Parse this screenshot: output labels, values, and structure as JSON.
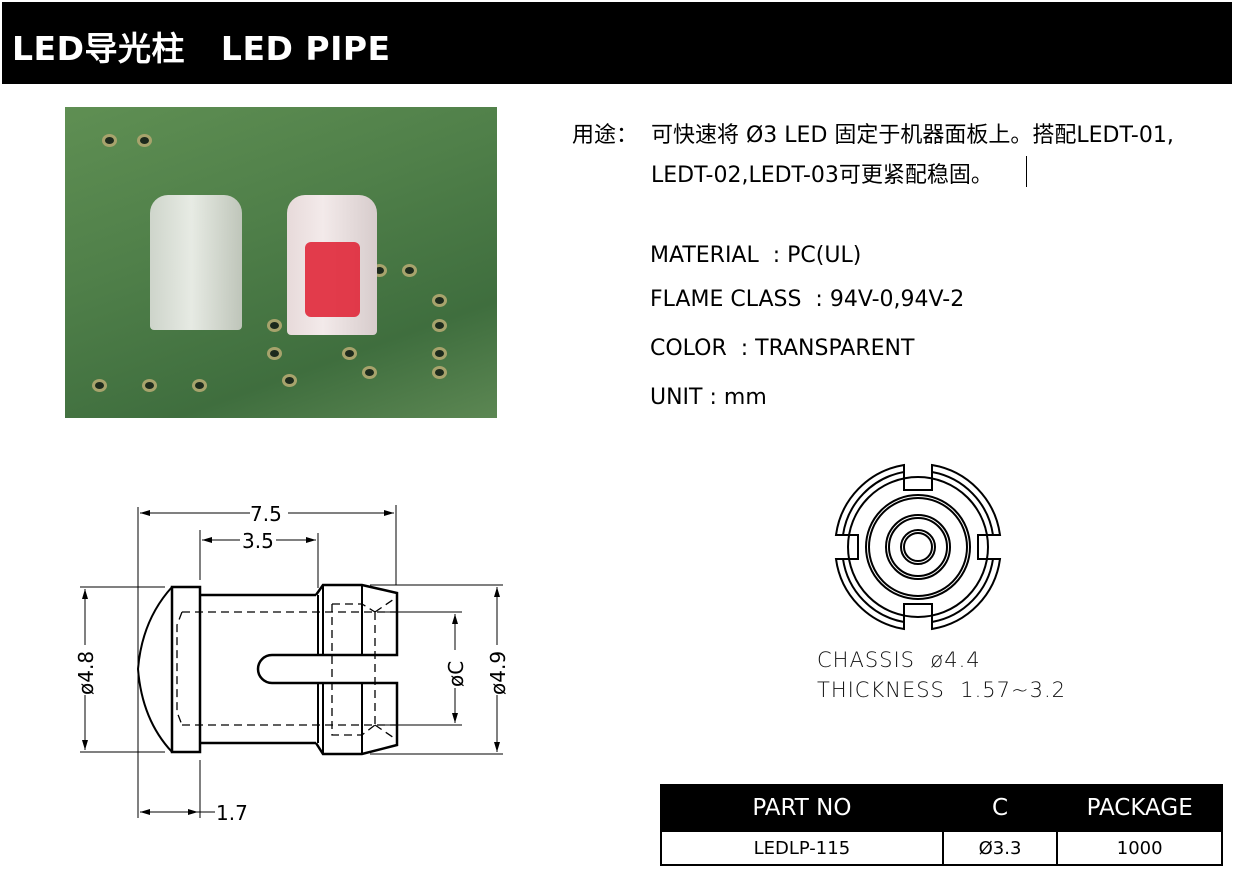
{
  "header": {
    "title": "LED导光柱   LED PIPE"
  },
  "description": {
    "label": "用途：",
    "line1": "可快速将 Ø3 LED 固定于机器面板上。搭配LEDT-01,",
    "line2": "LEDT-02,LEDT-03可更紧配稳固。"
  },
  "specs": [
    {
      "text": "MATERIAL  : PC(UL)"
    },
    {
      "text": "FLAME CLASS  : 94V-0,94V-2"
    },
    {
      "text": "COLOR  : TRANSPARENT"
    },
    {
      "text": "UNIT : mm"
    }
  ],
  "drawing": {
    "dim_total": "7.5",
    "dim_body": "3.5",
    "dim_flange": "1.7",
    "dim_head_dia": "ø4.8",
    "dim_inner_dia": "øC",
    "dim_outer_dia": "ø4.9"
  },
  "front_view_notes": {
    "chassis": "CHASSIS  ø4.4",
    "thickness": "THICKNESS  1.57~3.2"
  },
  "table": {
    "headers": [
      "PART NO",
      "C",
      "PACKAGE"
    ],
    "rows": [
      [
        "LEDLP-115",
        "Ø3.3",
        "1000"
      ]
    ]
  },
  "colors": {
    "header_bg": "#000000",
    "pcb_green": "#4f7f49",
    "led_red": "#e0283a"
  }
}
